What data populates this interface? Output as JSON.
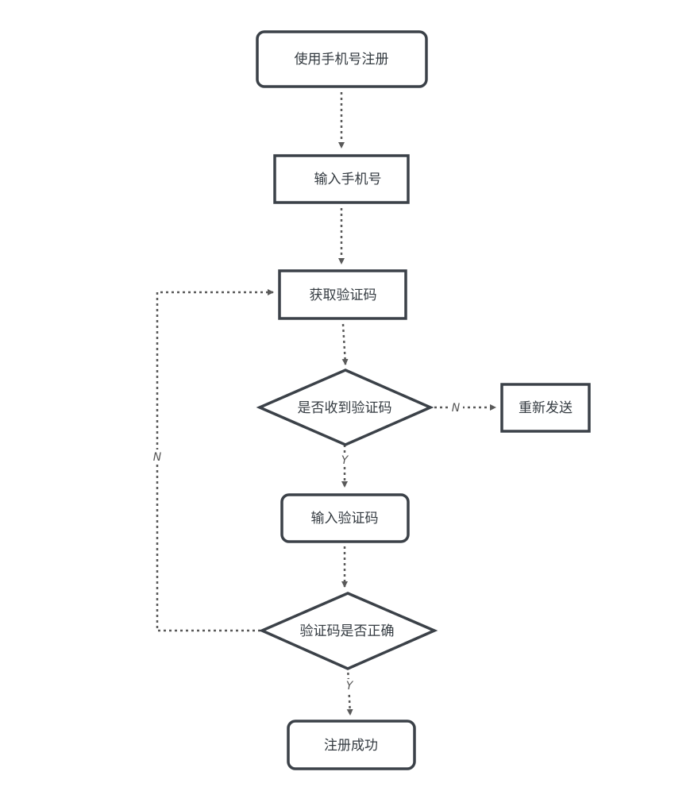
{
  "nodes": {
    "register_by_phone": "使用手机号注册",
    "enter_phone": "输入手机号",
    "get_code": "获取验证码",
    "code_received": "是否收到验证码",
    "resend": "重新发送",
    "enter_code": "输入验证码",
    "code_correct": "验证码是否正确",
    "register_success": "注册成功"
  },
  "edges": {
    "received_no": "N",
    "received_yes": "Y",
    "correct_no": "N",
    "correct_yes": "Y"
  },
  "colors": {
    "node_stroke": "#3b4148",
    "edge_stroke": "#595959",
    "text": "#333a40"
  }
}
